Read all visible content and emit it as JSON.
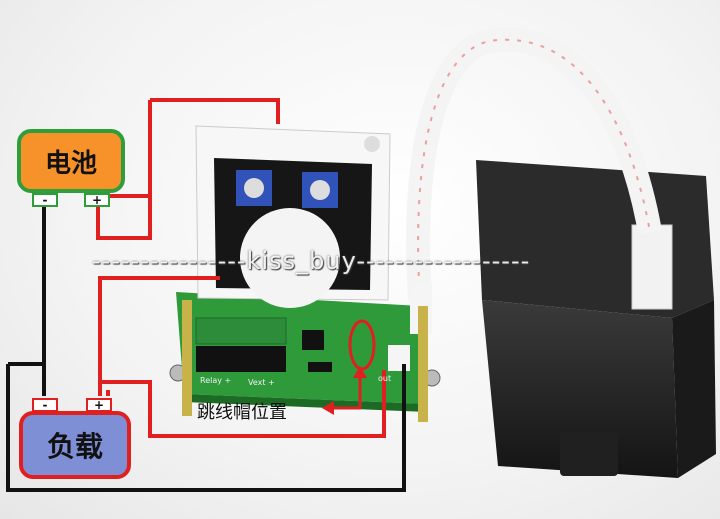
{
  "battery": {
    "label": "电池",
    "neg": "-",
    "pos": "+"
  },
  "load": {
    "label": "负载",
    "neg": "-",
    "pos": "+"
  },
  "watermark": "kiss_buy",
  "jumper_label": "跳线帽位置",
  "silk": {
    "relay": "Relay +",
    "vext": "Vext +",
    "out": "out"
  },
  "colors": {
    "battery_fill": "#f7922a",
    "battery_border": "#2f9e3a",
    "load_fill": "#7f8fd6",
    "load_border": "#e02020",
    "wire_red": "#e02020",
    "wire_black": "#111111",
    "pcb": "#2f9a3a"
  }
}
